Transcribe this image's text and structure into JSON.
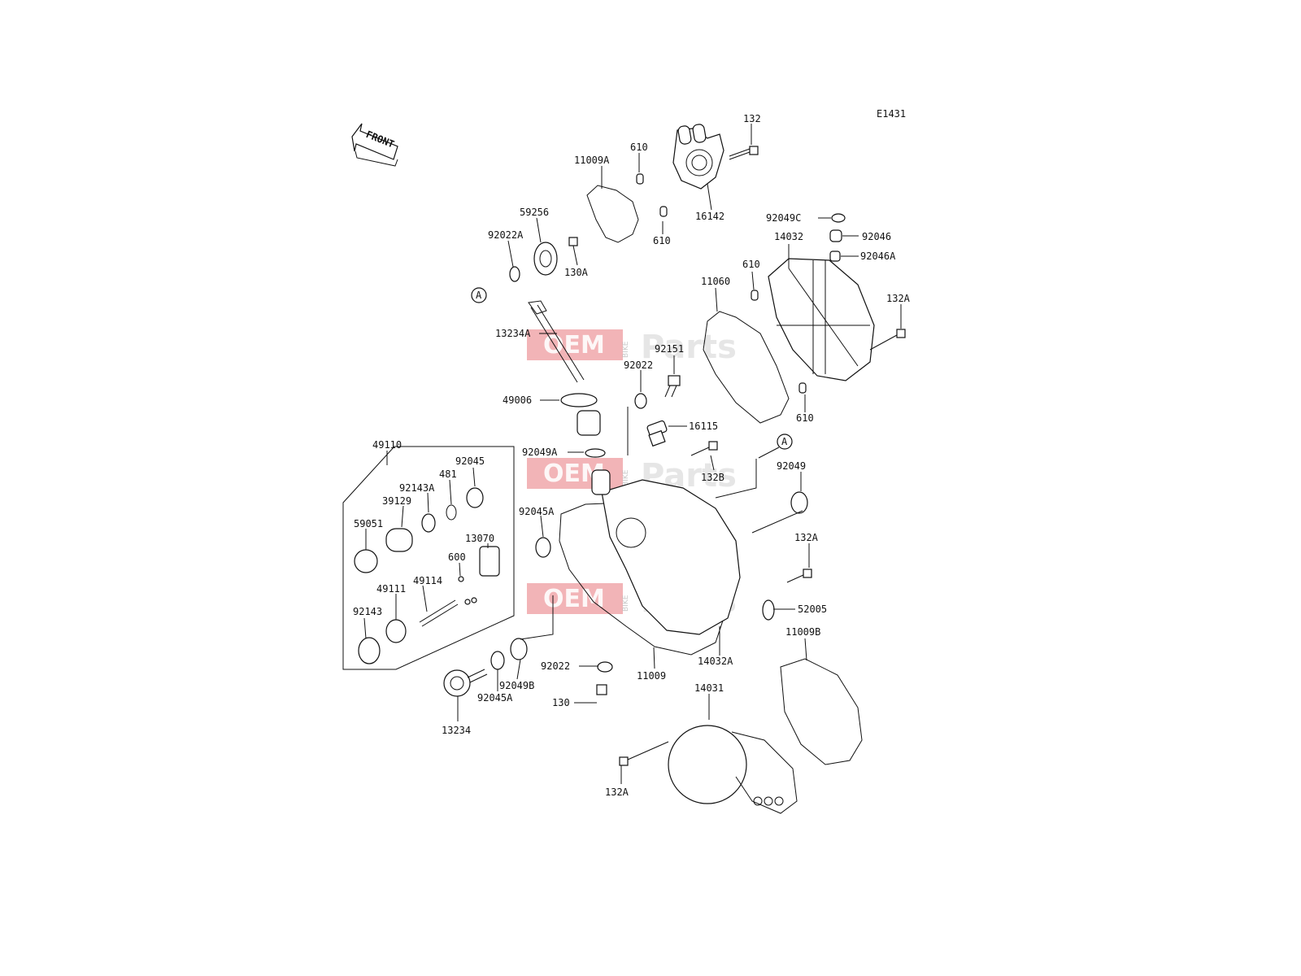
{
  "diagram": {
    "code": "E1431",
    "front_label": "FRONT",
    "circle_marker": "A",
    "watermark": {
      "oem": "OEM",
      "bike": "BIKE",
      "parts": "Parts"
    },
    "labels": {
      "p132_top": "132",
      "p11009A": "11009A",
      "p610_a": "610",
      "p610_b": "610",
      "p16142": "16142",
      "p59256": "59256",
      "p92022A": "92022A",
      "p130A": "130A",
      "p92049C": "92049C",
      "p92046": "92046",
      "p14032": "14032",
      "p92046A": "92046A",
      "p610_c": "610",
      "p11060": "11060",
      "p132A_r": "132A",
      "p13234A": "13234A",
      "p92151": "92151",
      "p92022_m": "92022",
      "p49006": "49006",
      "p610_d": "610",
      "p16115": "16115",
      "p49110": "49110",
      "p92045": "92045",
      "p481": "481",
      "p92143A": "92143A",
      "p39129": "39129",
      "p92049A": "92049A",
      "p132B": "132B",
      "p92049": "92049",
      "p59051": "59051",
      "p13070": "13070",
      "p92045A_m": "92045A",
      "p600": "600",
      "p132A_m": "132A",
      "p49111": "49111",
      "p49114": "49114",
      "p52005": "52005",
      "p92143": "92143",
      "p11009B": "11009B",
      "p14032A": "14032A",
      "p92022_b": "92022",
      "p11009": "11009",
      "p92049B": "92049B",
      "p92045A_b": "92045A",
      "p14031": "14031",
      "p130": "130",
      "p13234": "13234",
      "p132A_b": "132A"
    }
  }
}
